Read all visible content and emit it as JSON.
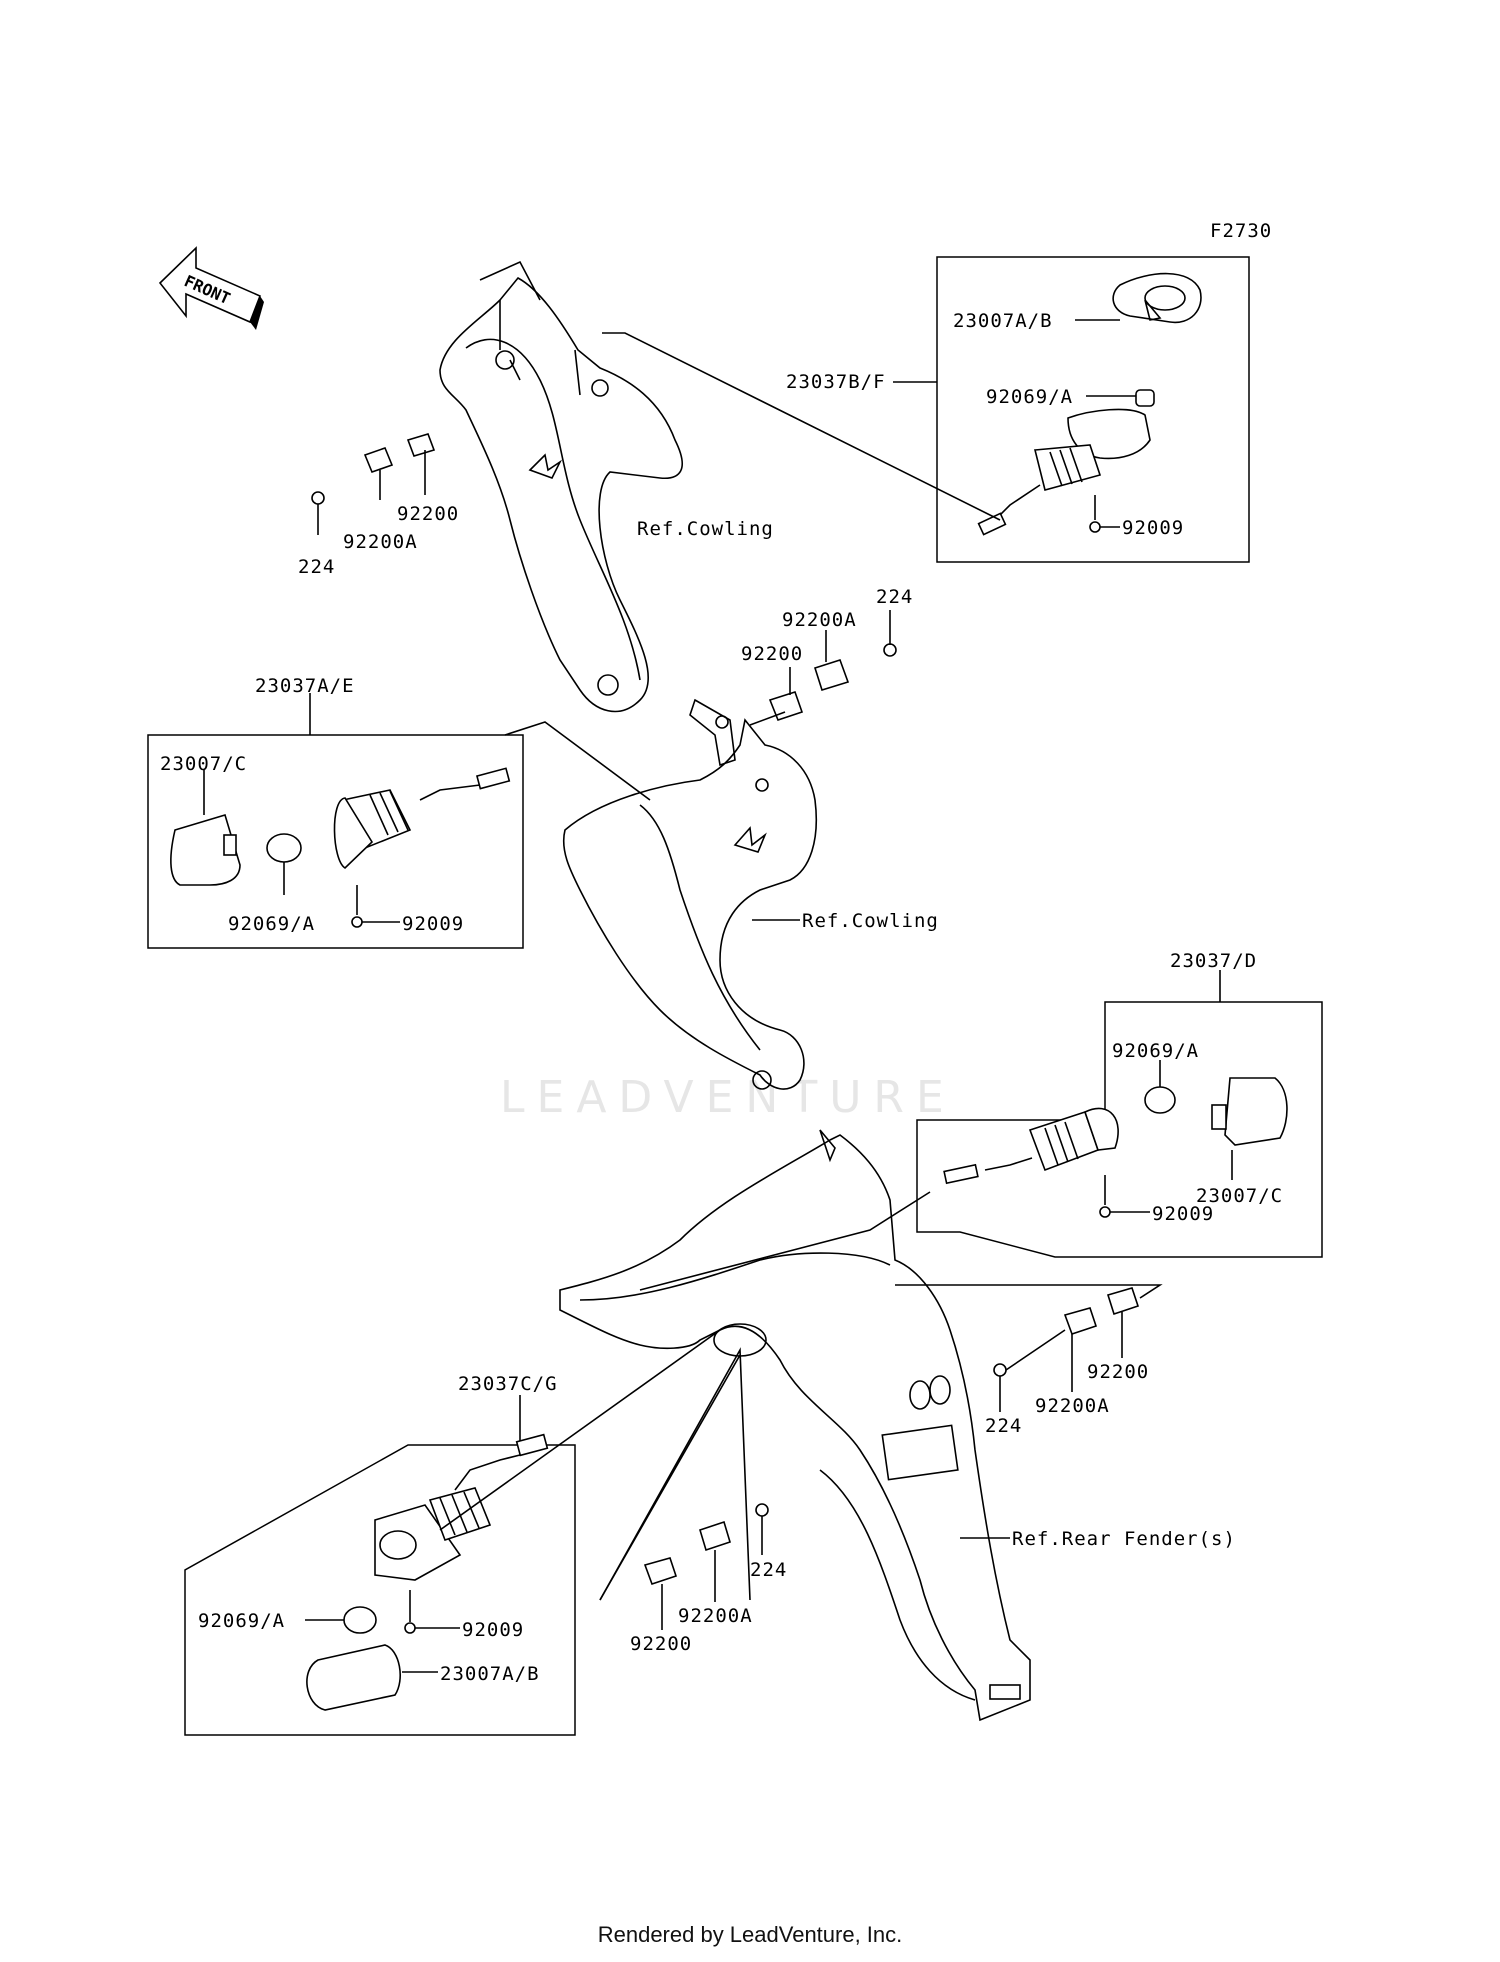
{
  "diagram_code": "F2730",
  "front_label": "FRONT",
  "watermark": "LEADVENTURE",
  "footer": "Rendered by LeadVenture, Inc.",
  "labels": {
    "p23007AB_top": "23007A/B",
    "p23037BF": "23037B/F",
    "p92069A_top": "92069/A",
    "p92009_top": "92009",
    "p92200_tl": "92200",
    "p224_tl": "224",
    "p92200A_tl": "92200A",
    "refcowl_top": "Ref.Cowling",
    "p224_mid": "224",
    "p92200A_mid": "92200A",
    "p92200_mid": "92200",
    "p23037AE": "23037A/E",
    "p23007C_left": "23007/C",
    "p92069A_left": "92069/A",
    "p92009_left": "92009",
    "refcowl_mid": "Ref.Cowling",
    "p23037D": "23037/D",
    "p92069A_right": "92069/A",
    "p23007C_right": "23007/C",
    "p92009_right": "92009",
    "p92200_br": "92200",
    "p224_br": "224",
    "p92200A_br": "92200A",
    "p23037CG": "23037C/G",
    "p92069A_bl": "92069/A",
    "p92009_bl": "92009",
    "p23007AB_bl": "23007A/B",
    "p224_bm": "224",
    "p92200A_bm": "92200A",
    "p92200_bm": "92200",
    "ref_rear_fender": "Ref.Rear Fender(s)"
  }
}
